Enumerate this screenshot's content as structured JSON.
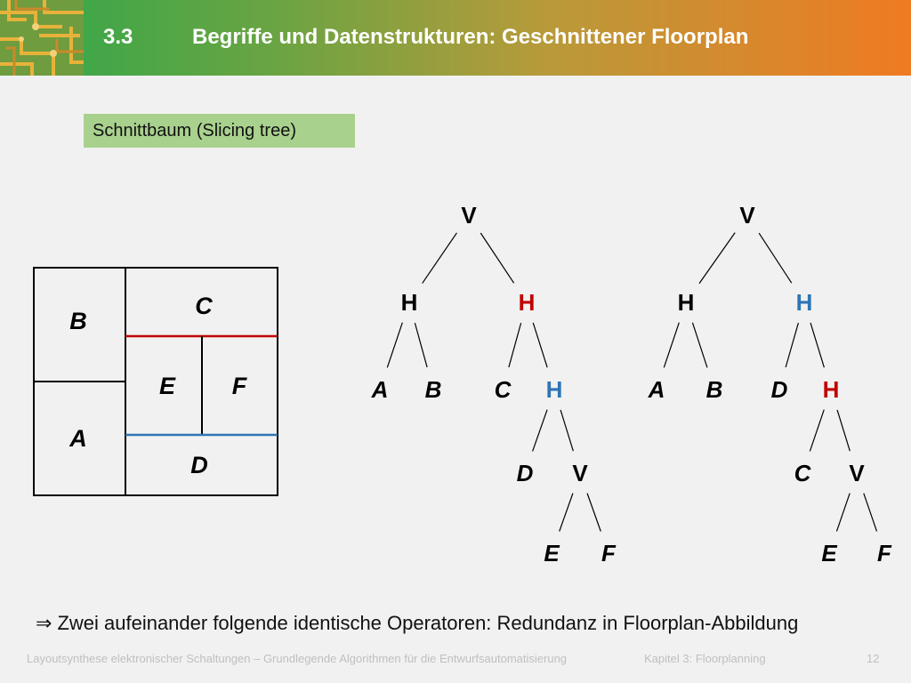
{
  "header": {
    "number": "3.3",
    "title": "Begriffe und Datenstrukturen: Geschnittener Floorplan"
  },
  "section_label": "Schnittbaum (Slicing tree)",
  "colors": {
    "red": "#c00000",
    "blue": "#2e75b6",
    "black": "#000000",
    "label_bg": "#a9d18e"
  },
  "floorplan": {
    "labels": [
      "B",
      "A",
      "C",
      "E",
      "F",
      "D"
    ]
  },
  "trees": [
    {
      "nodes": [
        {
          "label": "V",
          "color": "black",
          "leaf": false
        },
        {
          "label": "H",
          "color": "black",
          "leaf": false
        },
        {
          "label": "H",
          "color": "red",
          "leaf": false
        },
        {
          "label": "A",
          "color": "black",
          "leaf": true
        },
        {
          "label": "B",
          "color": "black",
          "leaf": true
        },
        {
          "label": "C",
          "color": "black",
          "leaf": true
        },
        {
          "label": "H",
          "color": "blue",
          "leaf": false
        },
        {
          "label": "D",
          "color": "black",
          "leaf": true
        },
        {
          "label": "V",
          "color": "black",
          "leaf": false
        },
        {
          "label": "E",
          "color": "black",
          "leaf": true
        },
        {
          "label": "F",
          "color": "black",
          "leaf": true
        }
      ]
    },
    {
      "nodes": [
        {
          "label": "V",
          "color": "black",
          "leaf": false
        },
        {
          "label": "H",
          "color": "black",
          "leaf": false
        },
        {
          "label": "H",
          "color": "blue",
          "leaf": false
        },
        {
          "label": "A",
          "color": "black",
          "leaf": true
        },
        {
          "label": "B",
          "color": "black",
          "leaf": true
        },
        {
          "label": "D",
          "color": "black",
          "leaf": true
        },
        {
          "label": "H",
          "color": "red",
          "leaf": false
        },
        {
          "label": "C",
          "color": "black",
          "leaf": true
        },
        {
          "label": "V",
          "color": "black",
          "leaf": false
        },
        {
          "label": "E",
          "color": "black",
          "leaf": true
        },
        {
          "label": "F",
          "color": "black",
          "leaf": true
        }
      ]
    }
  ],
  "conclusion": {
    "arrow": "⇒",
    "text": "Zwei aufeinander folgende identische Operatoren: Redundanz in Floorplan-Abbildung"
  },
  "footer": {
    "course": "Layoutsynthese elektronischer Schaltungen – Grundlegende Algorithmen für die Entwurfsautomatisierung",
    "chapter": "Kapitel 3: Floorplanning",
    "page": "12"
  }
}
